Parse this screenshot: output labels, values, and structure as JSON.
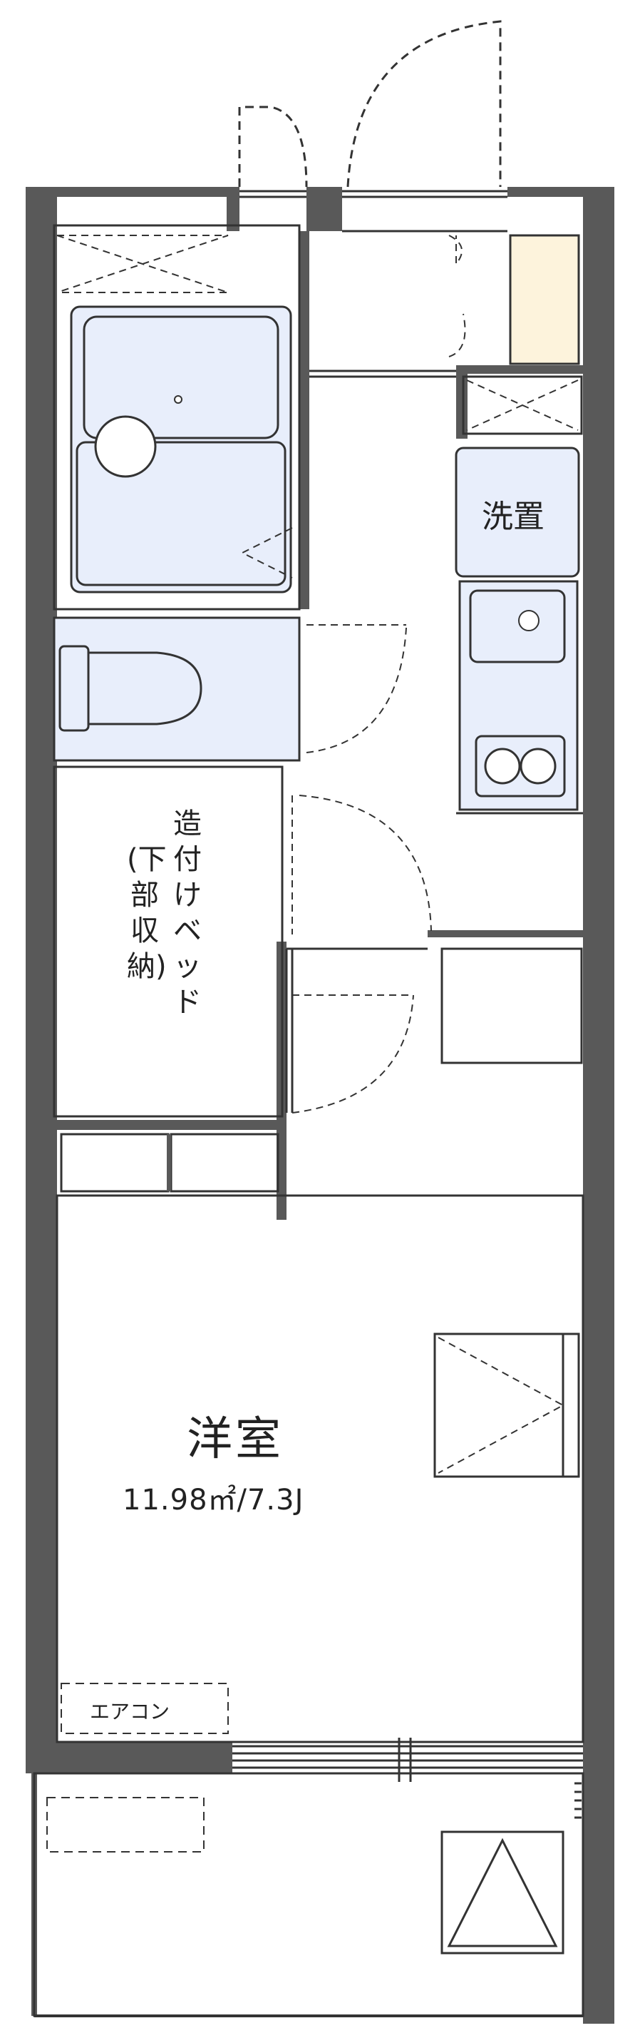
{
  "rooms": {
    "western_room": {
      "name": "洋室",
      "area": "11.98㎡/7.3J"
    },
    "laundry": {
      "label": "洗置"
    },
    "loft_storage": {
      "label_col1": "造付けベッド",
      "label_col2": "(下部収納)"
    },
    "air_conditioner": {
      "label": "エアコン"
    }
  },
  "colors": {
    "wall": "#595959",
    "fixture_fill": "#e8eefb",
    "fixture_stroke": "#333333",
    "shoe_box": "#fdf3dc",
    "line": "#333333"
  }
}
